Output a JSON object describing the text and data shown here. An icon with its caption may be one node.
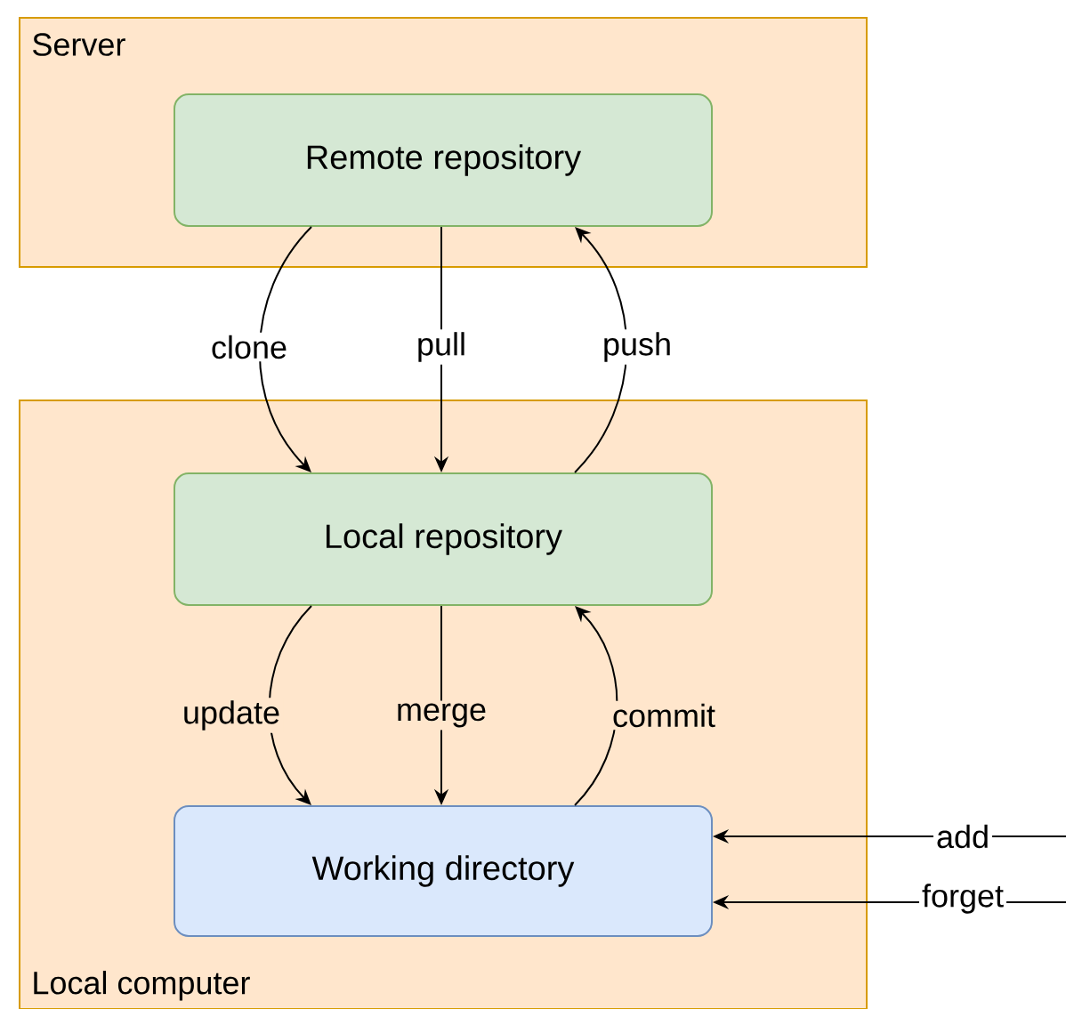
{
  "diagram": {
    "nodes": [
      {
        "text": [
          "Server"
        ]
      },
      {
        "text": [
          "Remote repository"
        ],
        "in": 0
      },
      {
        "text": [
          "Local computer"
        ]
      },
      {
        "text": [
          "Local repository"
        ],
        "in": 2
      },
      {
        "text": [
          "Working directory"
        ],
        "in": 2
      }
    ],
    "edges": [
      {
        "from": 1,
        "to": 3,
        "arrow": "to",
        "label": "clone"
      },
      {
        "from": 1,
        "to": 3,
        "arrow": "to",
        "label": "pull"
      },
      {
        "from": 3,
        "to": 1,
        "arrow": "to",
        "label": "push"
      },
      {
        "from": 3,
        "to": 4,
        "arrow": "to",
        "label": "update"
      },
      {
        "from": 3,
        "to": 4,
        "arrow": "to",
        "label": "merge"
      },
      {
        "from": 4,
        "to": 3,
        "arrow": "to",
        "label": "commit"
      },
      {
        "from": null,
        "to": 4,
        "arrow": "to",
        "label": "add"
      },
      {
        "from": null,
        "to": 4,
        "arrow": "to",
        "label": "forget"
      }
    ]
  }
}
